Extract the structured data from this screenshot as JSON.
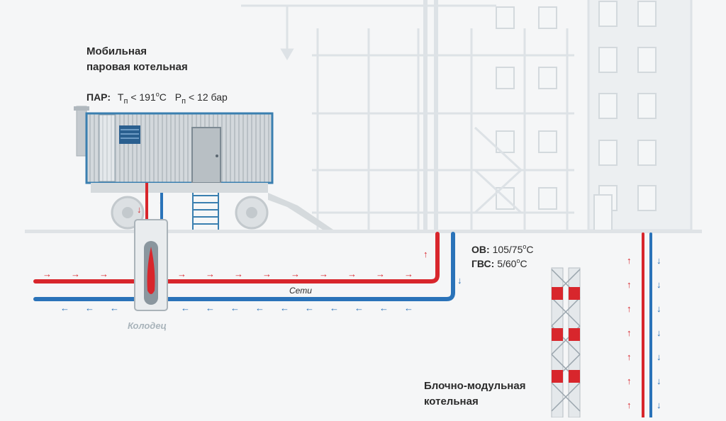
{
  "labels": {
    "mobile_line1": "Мобильная",
    "mobile_line2": "паровая котельная",
    "steam_prefix": "ПАР:",
    "t_symbol": "T",
    "t_sub": "п",
    "t_value": "< 191",
    "deg": "o",
    "unit_c": "C",
    "p_symbol": "P",
    "p_sub": "п",
    "p_value": "< 12 бар",
    "ov_prefix": "ОВ:",
    "ov_value": "105/75",
    "gvs_prefix": "ГВС:",
    "gvs_value": "5/60",
    "networks": "Сети",
    "well": "Колодец",
    "block_line1": "Блочно-модульная",
    "block_line2": "котельная"
  },
  "colors": {
    "hot": "#d8262c",
    "cold": "#2a73b9",
    "building": "#dfe3e6",
    "trailer": "#c9ced2",
    "frame": "#3a7fb0"
  },
  "arrows": {
    "right": "→",
    "left": "←",
    "up": "↑",
    "down": "↓"
  }
}
